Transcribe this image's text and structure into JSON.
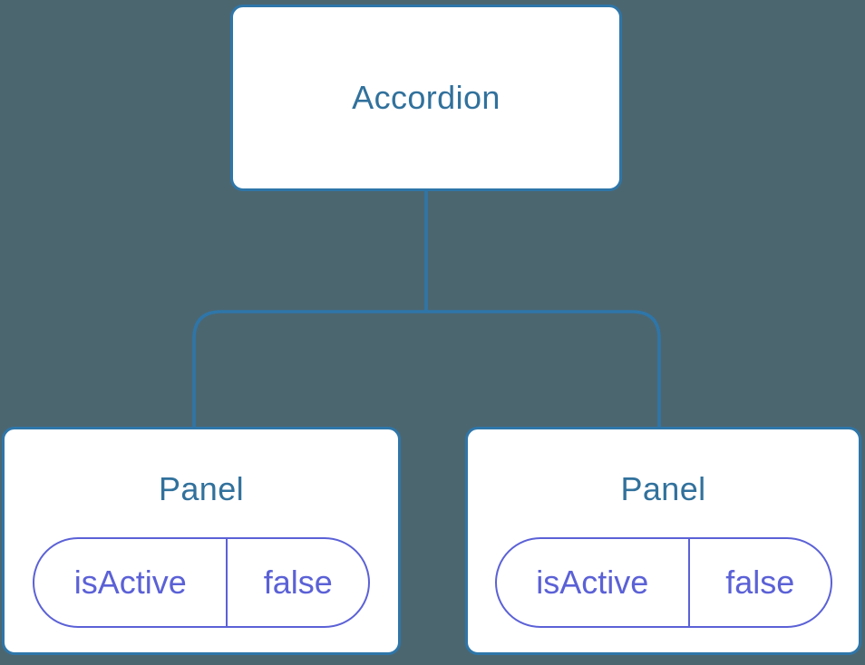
{
  "diagram": {
    "root": {
      "label": "Accordion"
    },
    "children": [
      {
        "label": "Panel",
        "state": {
          "key": "isActive",
          "value": "false"
        }
      },
      {
        "label": "Panel",
        "state": {
          "key": "isActive",
          "value": "false"
        }
      }
    ]
  },
  "colors": {
    "background": "#4C6670",
    "connector": "#2E76A9",
    "node_fill": "#FFFFFF",
    "node_title": "#31719C",
    "state_accent": "#5B61D6"
  }
}
